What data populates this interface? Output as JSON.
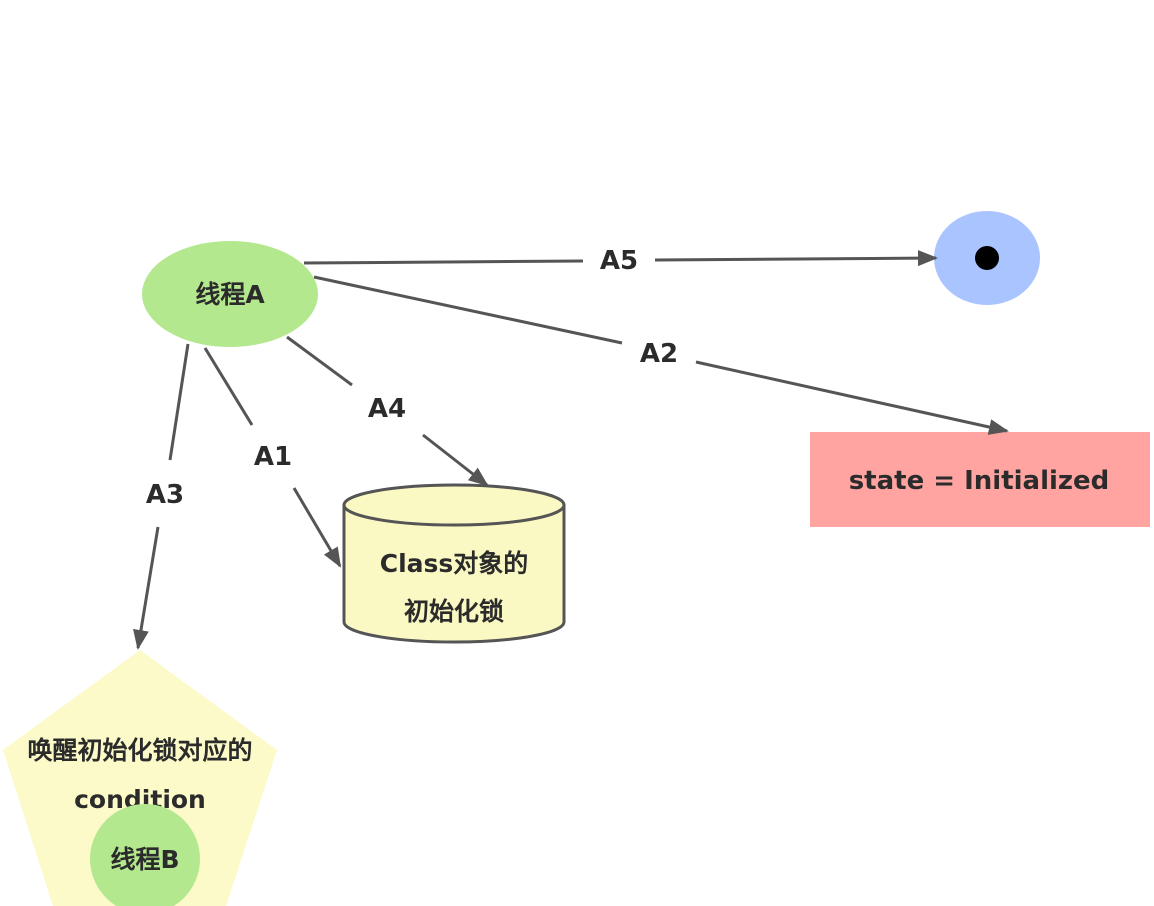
{
  "colors": {
    "thread_fill": "#b3e88e",
    "terminal_fill": "#a9c4ff",
    "cylinder_fill": "#fbf9c3",
    "state_fill": "#ffa4a0",
    "pentagon_fill": "#fbfac8",
    "edge": "#555555",
    "text": "#2b2b2b"
  },
  "nodes": {
    "thread_a": "线程A",
    "class_lock_line1": "Class对象的",
    "class_lock_line2": "初始化锁",
    "state": "state = Initialized",
    "condition_line1": "唤醒初始化锁对应的",
    "condition_line2": "condition",
    "thread_b": "线程B"
  },
  "edges": {
    "a1": "A1",
    "a2": "A2",
    "a3": "A3",
    "a4": "A4",
    "a5": "A5"
  }
}
